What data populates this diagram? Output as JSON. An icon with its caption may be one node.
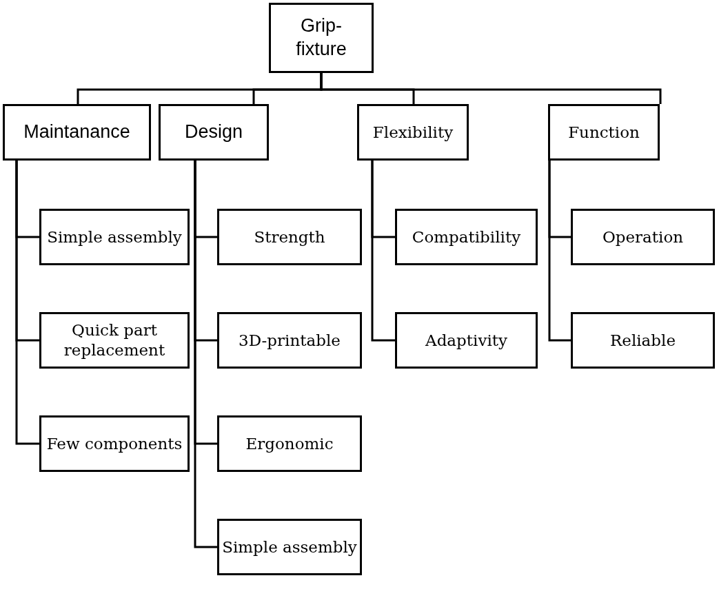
{
  "diagram": {
    "nodes": [
      {
        "text": [
          "Grip- fixture"
        ]
      },
      {
        "text": [
          "Maintanance"
        ]
      },
      {
        "text": [
          "Design"
        ]
      },
      {
        "text": [
          "Flexibility"
        ]
      },
      {
        "text": [
          "Function"
        ]
      },
      {
        "text": [
          "Simple assembly"
        ]
      },
      {
        "text": [
          "Quick part replacement"
        ]
      },
      {
        "text": [
          "Few components"
        ]
      },
      {
        "text": [
          "Strength"
        ]
      },
      {
        "text": [
          "3D-printable"
        ]
      },
      {
        "text": [
          "Ergonomic"
        ]
      },
      {
        "text": [
          "Simple assembly"
        ]
      },
      {
        "text": [
          "Compatibility"
        ]
      },
      {
        "text": [
          "Adaptivity"
        ]
      },
      {
        "text": [
          "Operation"
        ]
      },
      {
        "text": [
          "Reliable"
        ]
      }
    ],
    "edges": [
      {
        "from": 0,
        "to": 1,
        "arrow": "none"
      },
      {
        "from": 0,
        "to": 2,
        "arrow": "none"
      },
      {
        "from": 0,
        "to": 3,
        "arrow": "none"
      },
      {
        "from": 0,
        "to": 4,
        "arrow": "none"
      },
      {
        "from": 1,
        "to": 5,
        "arrow": "none"
      },
      {
        "from": 1,
        "to": 6,
        "arrow": "none"
      },
      {
        "from": 1,
        "to": 7,
        "arrow": "none"
      },
      {
        "from": 2,
        "to": 8,
        "arrow": "none"
      },
      {
        "from": 2,
        "to": 9,
        "arrow": "none"
      },
      {
        "from": 2,
        "to": 10,
        "arrow": "none"
      },
      {
        "from": 2,
        "to": 11,
        "arrow": "none"
      },
      {
        "from": 3,
        "to": 12,
        "arrow": "none"
      },
      {
        "from": 3,
        "to": 13,
        "arrow": "none"
      },
      {
        "from": 4,
        "to": 14,
        "arrow": "none"
      },
      {
        "from": 4,
        "to": 15,
        "arrow": "none"
      }
    ]
  }
}
